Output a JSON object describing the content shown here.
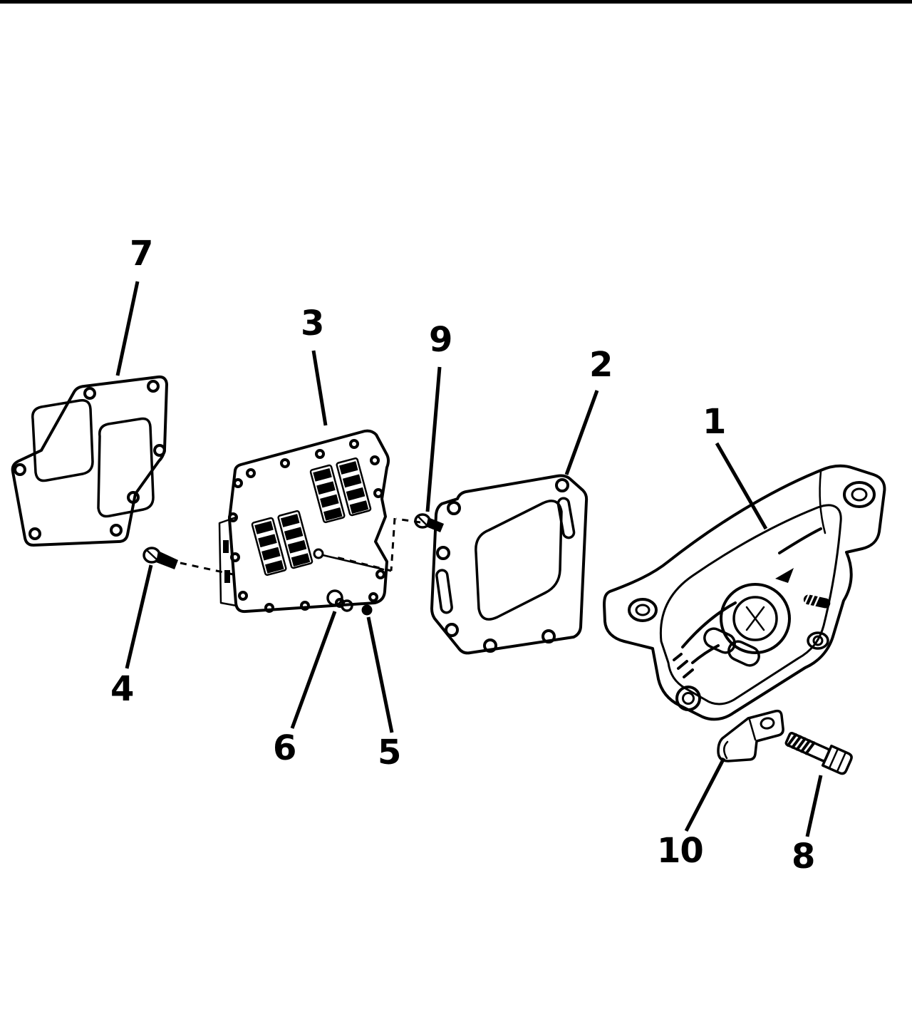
{
  "page": {
    "background": "#ffffff",
    "ink": "#000000"
  },
  "figure": {
    "type": "exploded-parts-diagram",
    "callouts": [
      {
        "label": "1"
      },
      {
        "label": "2"
      },
      {
        "label": "3"
      },
      {
        "label": "4"
      },
      {
        "label": "5"
      },
      {
        "label": "6"
      },
      {
        "label": "7"
      },
      {
        "label": "8"
      },
      {
        "label": "9"
      },
      {
        "label": "10"
      }
    ]
  }
}
